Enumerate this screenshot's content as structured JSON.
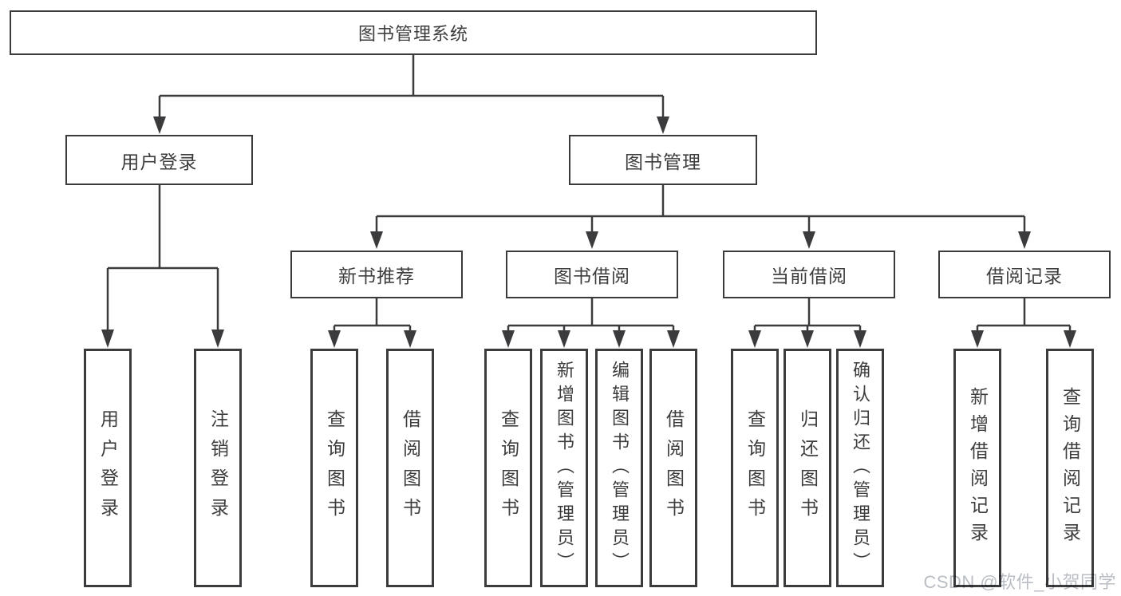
{
  "tree": {
    "label": "图书管理系统",
    "children": [
      {
        "label": "用户登录",
        "children": [
          {
            "label": "用户登录"
          },
          {
            "label": "注销登录"
          }
        ]
      },
      {
        "label": "图书管理",
        "children": [
          {
            "label": "新书推荐",
            "children": [
              {
                "label": "查询图书"
              },
              {
                "label": "借阅图书"
              }
            ]
          },
          {
            "label": "图书借阅",
            "children": [
              {
                "label": "查询图书"
              },
              {
                "label": "新增图书（管理员）"
              },
              {
                "label": "编辑图书（管理员）"
              },
              {
                "label": "借阅图书"
              }
            ]
          },
          {
            "label": "当前借阅",
            "children": [
              {
                "label": "查询图书"
              },
              {
                "label": "归还图书"
              },
              {
                "label": "确认归还（管理员）"
              }
            ]
          },
          {
            "label": "借阅记录",
            "children": [
              {
                "label": "新增借阅记录"
              },
              {
                "label": "查询借阅记录"
              }
            ]
          }
        ]
      }
    ]
  },
  "watermark": {
    "text": "CSDN @软件_小贺同学"
  },
  "colors": {
    "line": "#3b3b3e",
    "text": "#3d3d3f",
    "watermark": "#b9bdc4",
    "background": "#ffffff"
  }
}
